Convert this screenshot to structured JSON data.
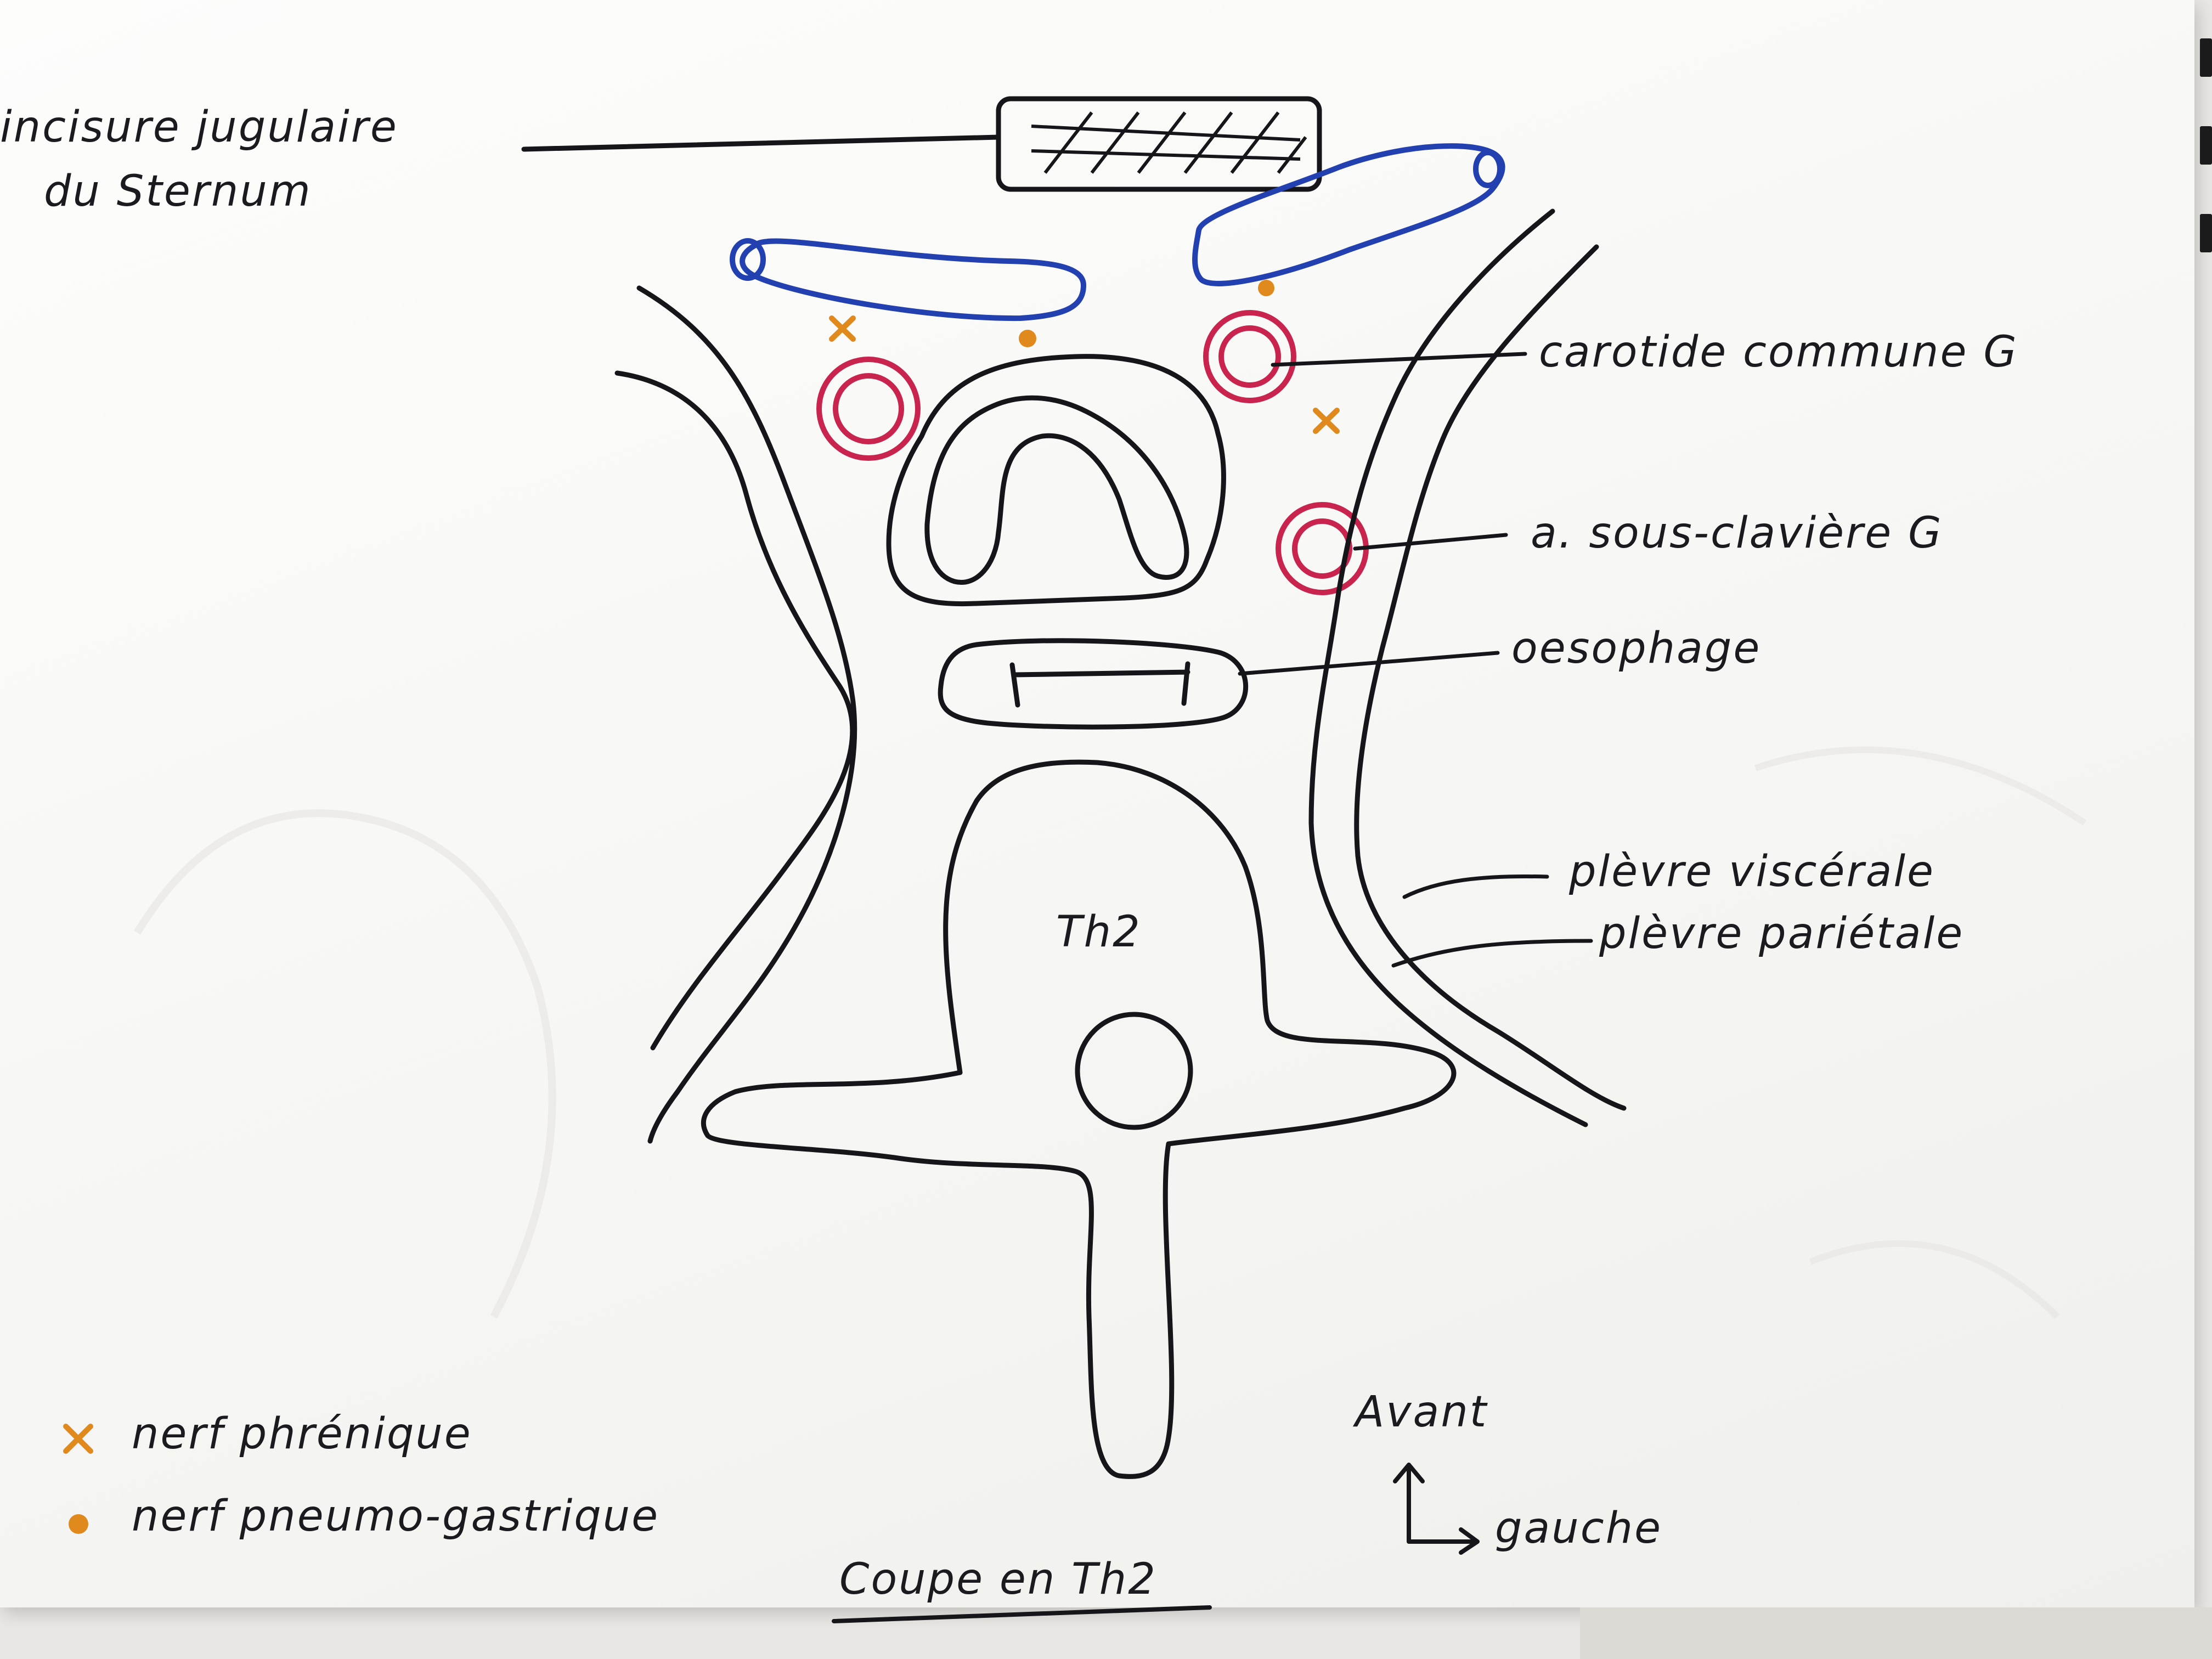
{
  "labels": {
    "incisure": [
      "incisure jugulaire",
      "du Sternum"
    ],
    "carotide": "carotide commune G",
    "sous_claviere": "a. sous-clavière G",
    "oesophage": "oesophage",
    "plevre_viscerale": "plèvre viscérale",
    "plevre_parietale": "plèvre pariétale",
    "vertebra": "Th2"
  },
  "legend": {
    "phrenic": "nerf phrénique",
    "vagus": "nerf pneumo-gastrique"
  },
  "orientation": {
    "up": "Avant",
    "right": "gauche"
  },
  "title": "Coupe en Th2",
  "colors": {
    "ink": "#15151a",
    "vein": "#2240b0",
    "artery": "#c8244e",
    "nerve": "#e08a1e"
  }
}
